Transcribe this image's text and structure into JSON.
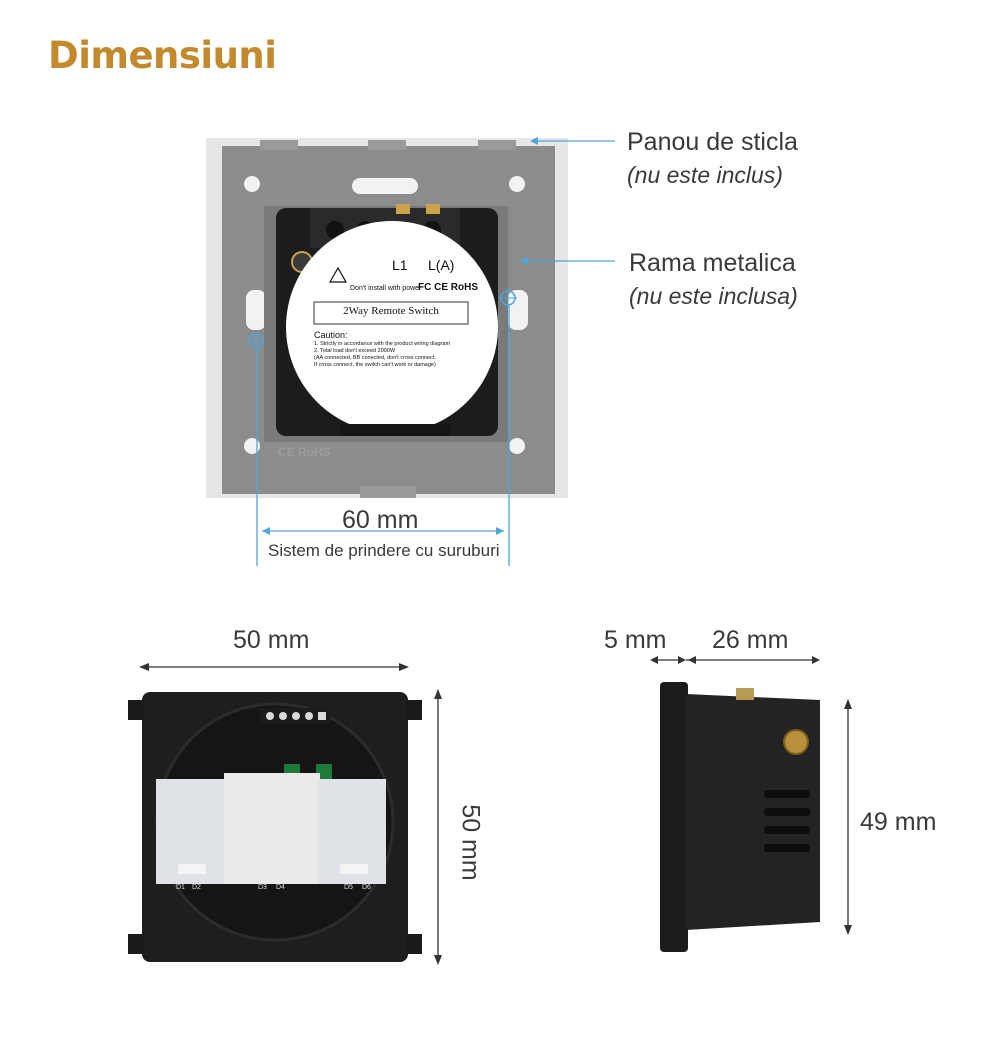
{
  "title": "Dimensiuni",
  "callouts": {
    "glass_panel": {
      "label": "Panou de sticla",
      "note": "(nu este inclus)"
    },
    "metal_frame": {
      "label": "Rama metalica",
      "note": "(nu este inclusa)"
    }
  },
  "front_view": {
    "label_l1": "L1",
    "label_la": "L(A)",
    "warning": "Don't install with power",
    "certifications": "FC CE RoHS",
    "product_name": "2Way Remote Switch",
    "caution_title": "Caution:",
    "caution_lines": [
      "1. Strictly in accordance with the product wiring diagram",
      "2. Total load don't exceed 2000W",
      "(AA connected, BB conected, don't cross connect.",
      "If cross connect, the switch can't work or damage)"
    ],
    "frame_mark": "CE RoHS",
    "mount_width": "60 mm",
    "mount_note": "Sistem de prindere cu suruburi"
  },
  "back_view": {
    "width": "50 mm",
    "height": "50 mm",
    "pcb_labels": [
      "D1",
      "D2",
      "D3",
      "D4",
      "D5",
      "D6"
    ]
  },
  "side_view": {
    "front_depth": "5 mm",
    "body_depth": "26 mm",
    "height": "49 mm"
  },
  "colors": {
    "title": "#c38a2d",
    "dimension_line": "#4da6dc",
    "plate": "#8a8a8a",
    "module": "#1e1e1e"
  }
}
